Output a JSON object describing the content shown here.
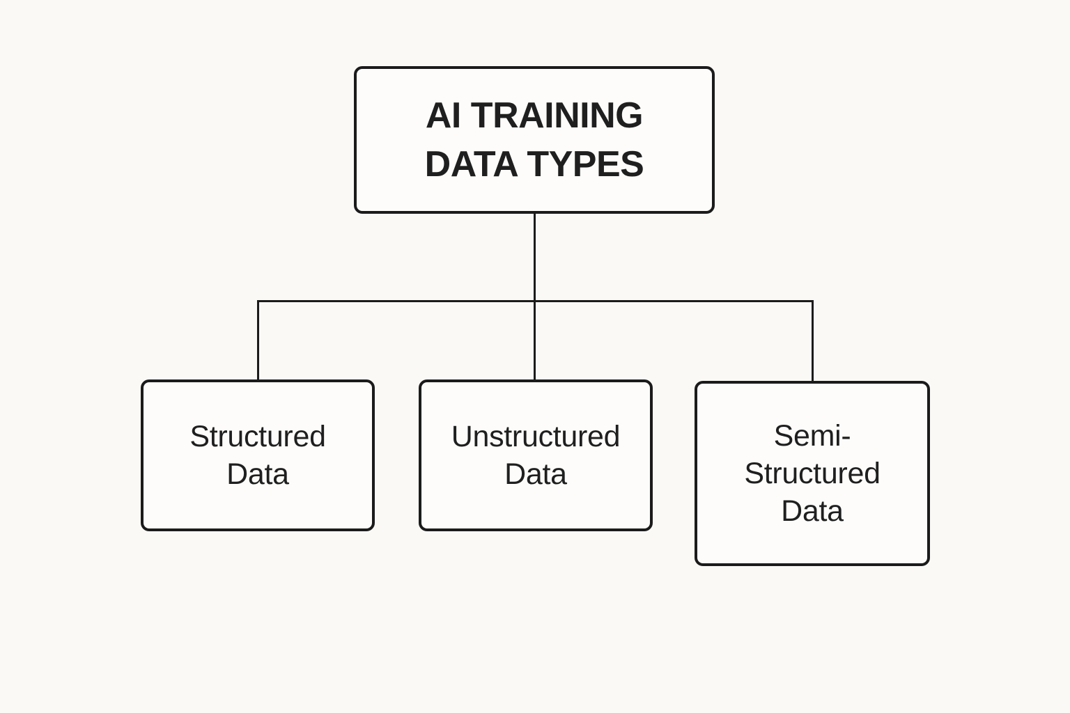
{
  "diagram": {
    "root": {
      "label": "AI TRAINING DATA TYPES",
      "lines": [
        "AI TRAINING",
        "DATA TYPES"
      ]
    },
    "children": [
      {
        "label": "Structured Data",
        "lines": [
          "Structured",
          "Data"
        ]
      },
      {
        "label": "Unstructured Data",
        "lines": [
          "Unstructured",
          "Data"
        ]
      },
      {
        "label": "Semi-Structured Data",
        "lines": [
          "Semi-",
          "Structured",
          "Data"
        ]
      }
    ]
  },
  "colors": {
    "background": "#faf9f6",
    "node_fill": "#fdfcfa",
    "stroke": "#1b1b1b",
    "text": "#1f1f1f"
  }
}
